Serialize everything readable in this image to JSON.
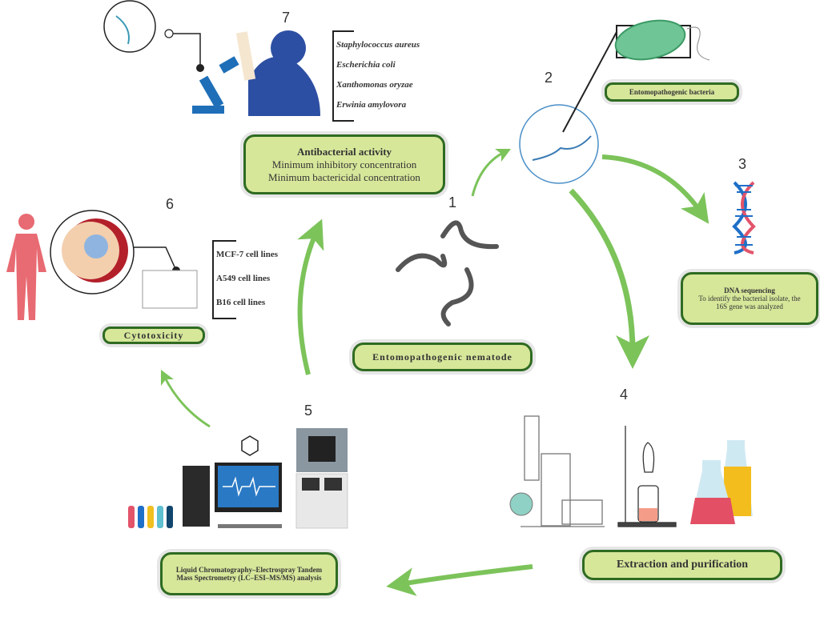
{
  "steps": {
    "s1": {
      "number": "1",
      "label": "Entomopathogenic nematode"
    },
    "s2": {
      "number": "2",
      "label": "Entomopathogenic bacteria"
    },
    "s3": {
      "number": "3",
      "title": "DNA sequencing",
      "line1": "To identify the bacterial isolate, the",
      "line2": "16S gene was analyzed"
    },
    "s4": {
      "number": "4",
      "label": "Extraction and purification"
    },
    "s5": {
      "number": "5",
      "line1": "Liquid Chromatography–Electrospray Tandem",
      "line2": "Mass Spectrometry (LC–ESI–MS/MS) analysis"
    },
    "s6": {
      "number": "6",
      "label": "Cytotoxicity",
      "cell_lines": [
        "MCF-7 cell lines",
        "A549 cell lines",
        "B16 cell lines"
      ]
    },
    "s7": {
      "number": "7",
      "title": "Antibacterial activity",
      "line1": "Minimum inhibitory concentration",
      "line2": "Minimum bactericidal concentration",
      "bacteria": [
        "Staphylococcus aureus",
        "Escherichia coli",
        "Xanthomonas oryzae",
        "Erwinia amylovora"
      ]
    }
  },
  "colors": {
    "arrow": "#7cc35a",
    "tag_fill": "#d6e79a",
    "tag_border": "#2f6b22",
    "nematode": "#555555",
    "microscope": "#1e6fb8",
    "human": "#e86a72"
  }
}
